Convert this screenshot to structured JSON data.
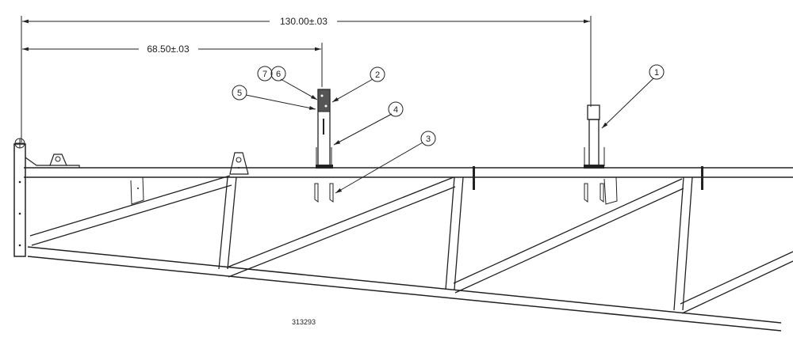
{
  "dimensions": {
    "overall": "130.00±.03",
    "partial": "68.50±.03"
  },
  "callouts": [
    "1",
    "2",
    "3",
    "4",
    "5",
    "6",
    "7"
  ],
  "figure_number": "313293",
  "colors": {
    "line": "#222222",
    "background": "#ffffff"
  }
}
